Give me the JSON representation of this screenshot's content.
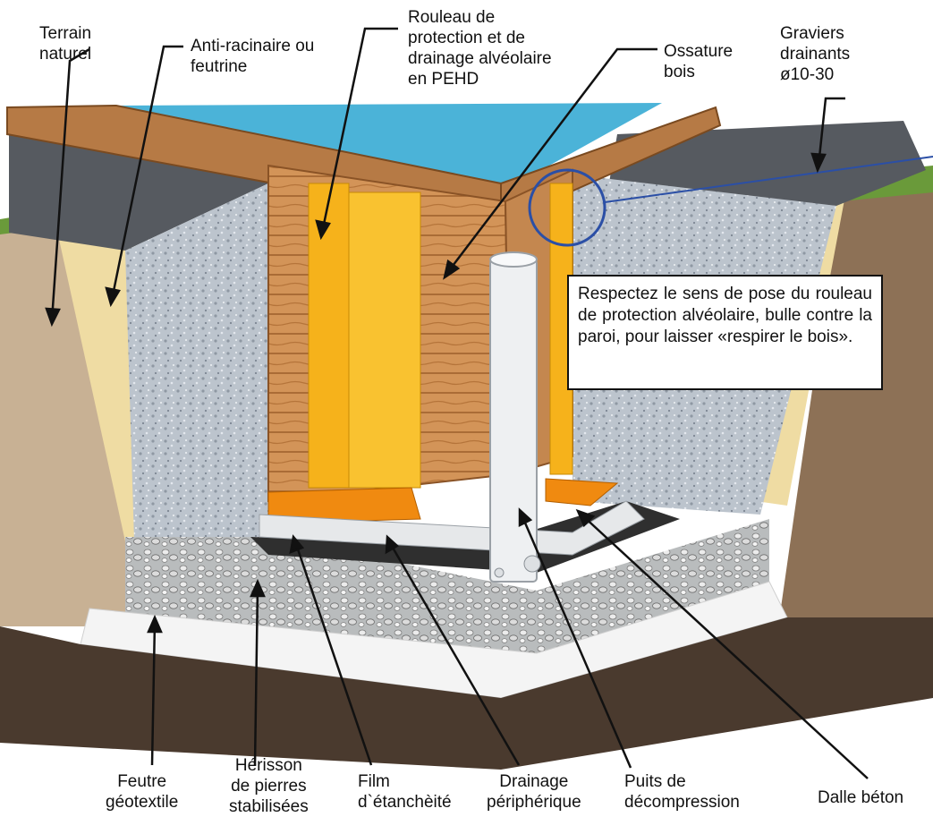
{
  "labels": {
    "terrain_naturel": "Terrain\nnaturel",
    "anti_racinaire": "Anti-racinaire ou\nfeutrine",
    "rouleau": "Rouleau de\nprotection et de\ndrainage alvéolaire\nen PEHD",
    "ossature": "Ossature\nbois",
    "graviers": "Graviers\ndrainants\nø10-30",
    "feutre": "Feutre\ngéotextile",
    "herisson": "Hérisson\nde pierres\nstabilisées",
    "film": "Film\nd`étanchèité",
    "drainage": "Drainage\npériphérique",
    "puits": "Puits de\ndécompression",
    "dalle": "Dalle béton"
  },
  "callout_text": "Respectez le sens de pose du rouleau de protection alvéolaire, bulle contre la paroi, pour laisser «respirer le bois».",
  "colors": {
    "water": "#4bb3d8",
    "wood": "#c98a4e",
    "wood_dark": "#8a5326",
    "gravel": "#c7cdd6",
    "soil": "#cbb596",
    "geotextile_yellow": "#f2dfa6",
    "protection_orange": "#f6b21b",
    "concrete_dark": "#4a3a2e",
    "asphalt": "#55595f",
    "grass": "#6a9a3a",
    "callout_circle": "#2b4fa6"
  }
}
